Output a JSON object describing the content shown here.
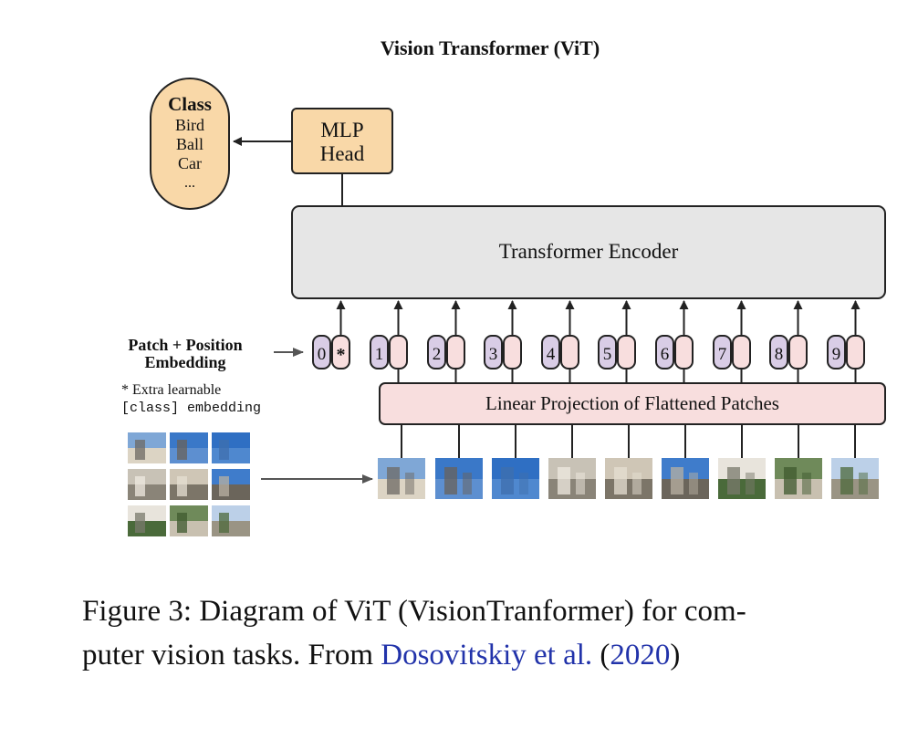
{
  "diagram": {
    "title": "Vision Transformer (ViT)",
    "class_box": {
      "heading": "Class",
      "items": [
        "Bird",
        "Ball",
        "Car",
        "..."
      ]
    },
    "mlp_head": [
      "MLP",
      "Head"
    ],
    "encoder_label": "Transformer Encoder",
    "embedding_label": [
      "Patch + Position",
      "Embedding"
    ],
    "extra_note": [
      "* Extra learnable",
      "[class] embedding"
    ],
    "projection_label": "Linear Projection of Flattened Patches",
    "position_tokens": [
      "0",
      "1",
      "2",
      "3",
      "4",
      "5",
      "6",
      "7",
      "8",
      "9"
    ],
    "class_token_mark": "*",
    "patch_image_descriptions": [
      "building-facade-left",
      "sky-with-tower",
      "sky-blue",
      "facade-windows",
      "facade-center",
      "tower-sky",
      "street-bushes-left",
      "street-trees",
      "street-person"
    ],
    "colors": {
      "class_box": "#f9d8a8",
      "mlp_head": "#f9d8a8",
      "encoder": "#e6e6e6",
      "projection": "#f8dede",
      "token_purple": "#d9cde6",
      "token_pink": "#f8dede",
      "stroke": "#222222"
    }
  },
  "caption": {
    "line1": "Figure 3: Diagram of ViT (VisionTranformer) for com-",
    "line2_pre": "puter vision tasks. From ",
    "author": "Dosovitskiy et al.",
    "year_open": " (",
    "year": "2020",
    "year_close": ")"
  }
}
